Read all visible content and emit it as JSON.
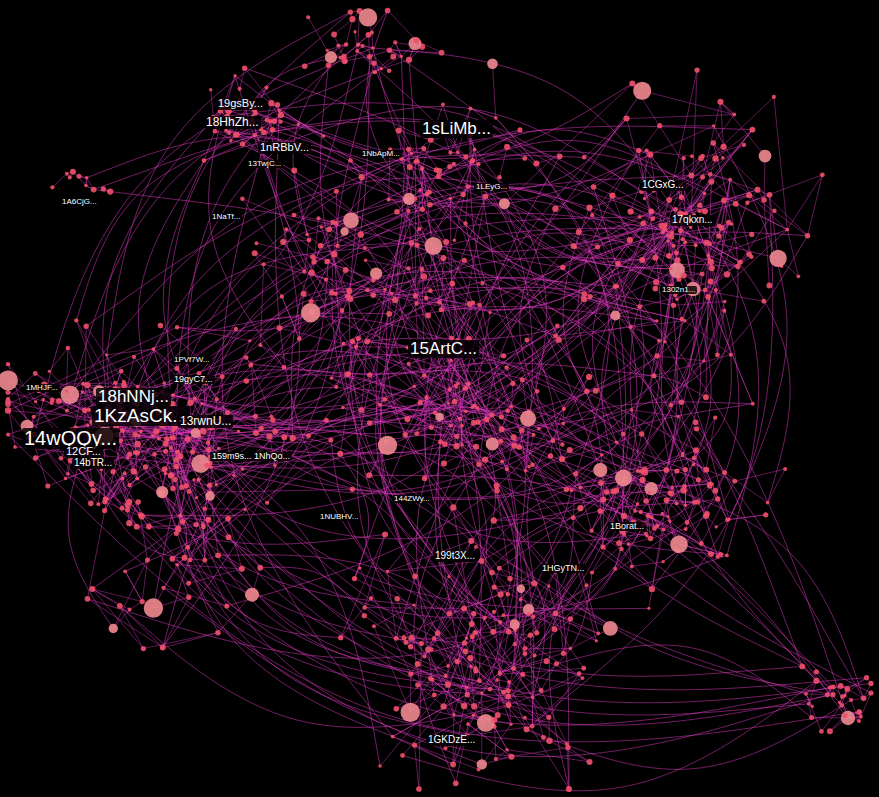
{
  "diagram": {
    "labels": [
      "1sLiMb...",
      "15ArtC...",
      "18hNNj...",
      "14wQQy...",
      "1KzAsCk...",
      "13rwnU...",
      "12CF...",
      "14bTR...",
      "159m9s...",
      "1NhQo...",
      "19gyC7...",
      "1PVf7W...",
      "1MHJF...",
      "1A6CjG...",
      "1NaTf...",
      "1nRBbV...",
      "19gsBy...",
      "18HhZh...",
      "13TwjC...",
      "1NbApM...",
      "1CGxG...",
      "17qkxn...",
      "1302n1...",
      "1Borat...",
      "199t3X...",
      "1HGyTN...",
      "1GKDzE...",
      "144ZWy...",
      "1NUBHV...",
      "1LEyG..."
    ]
  }
}
